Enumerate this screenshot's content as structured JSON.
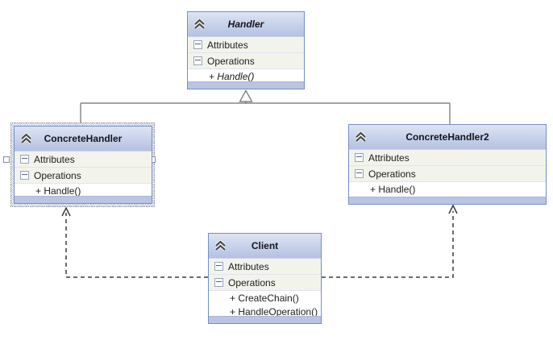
{
  "diagram": {
    "kind": "uml-class-diagram",
    "pattern": "Chain of Responsibility",
    "colors": {
      "header_gradient_top": "#dde4f3",
      "header_gradient_bottom": "#b4c1e1",
      "section_row_bg": "#f2f4ec",
      "member_row_bg": "#ffffff",
      "footer_bg": "#b9c5e2",
      "box_border": "#7390c4",
      "row_separator": "#dfe4f1",
      "inheritance_line": "#6e6e6e",
      "dependency_line": "#3c3c3c",
      "text": "#1d1d1d",
      "canvas_bg": "#ffffff"
    },
    "icons": {
      "collapse_chevron": "double-chevron-up",
      "section_expander": "minus-box"
    }
  },
  "classes": [
    {
      "name": "Handler",
      "abstract": true,
      "selected": false,
      "attributes_label": "Attributes",
      "operations_label": "Operations",
      "operations": [
        "+ Handle()"
      ]
    },
    {
      "name": "ConcreteHandler",
      "abstract": false,
      "selected": true,
      "attributes_label": "Attributes",
      "operations_label": "Operations",
      "operations": [
        "+ Handle()"
      ]
    },
    {
      "name": "ConcreteHandler2",
      "abstract": false,
      "selected": false,
      "attributes_label": "Attributes",
      "operations_label": "Operations",
      "operations": [
        "+ Handle()"
      ]
    },
    {
      "name": "Client",
      "abstract": false,
      "selected": false,
      "attributes_label": "Attributes",
      "operations_label": "Operations",
      "operations": [
        "+ CreateChain()",
        "+ HandleOperation()"
      ]
    }
  ],
  "relationships": [
    {
      "type": "inheritance",
      "from": "ConcreteHandler",
      "to": "Handler",
      "line": "solid",
      "arrow": "hollow-triangle"
    },
    {
      "type": "inheritance",
      "from": "ConcreteHandler2",
      "to": "Handler",
      "line": "solid",
      "arrow": "hollow-triangle"
    },
    {
      "type": "dependency",
      "from": "Client",
      "to": "ConcreteHandler",
      "line": "dashed",
      "arrow": "open"
    },
    {
      "type": "dependency",
      "from": "Client",
      "to": "ConcreteHandler2",
      "line": "dashed",
      "arrow": "open"
    }
  ]
}
